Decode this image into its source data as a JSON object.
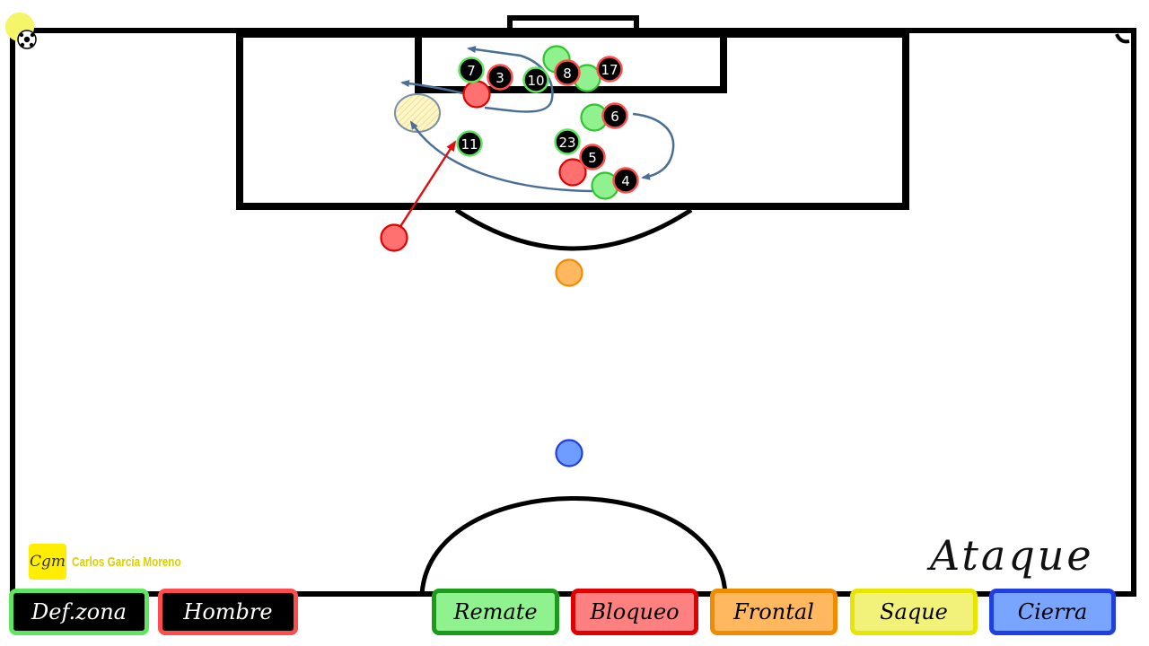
{
  "title": "Ataque",
  "brand": {
    "logo_text": "Cgm",
    "name": "Carlos García Moreno"
  },
  "legend": [
    {
      "key": "def_zona",
      "label": "Def.zona",
      "bg": "#000000",
      "border": "#5ee65e",
      "text": "#ffffff"
    },
    {
      "key": "hombre",
      "label": "Hombre",
      "bg": "#000000",
      "border": "#ff4d4d",
      "text": "#ffffff"
    },
    {
      "key": "remate",
      "label": "Remate",
      "bg": "#8ff28f",
      "border": "#1a9c1a",
      "text": "#000000"
    },
    {
      "key": "bloqueo",
      "label": "Bloqueo",
      "bg": "#ff8080",
      "border": "#e00000",
      "text": "#000000"
    },
    {
      "key": "frontal",
      "label": "Frontal",
      "bg": "#ffb860",
      "border": "#f08c00",
      "text": "#000000"
    },
    {
      "key": "saque",
      "label": "Saque",
      "bg": "#f2f27a",
      "border": "#e6e600",
      "text": "#000000"
    },
    {
      "key": "cierra",
      "label": "Cierra",
      "bg": "#79a5ff",
      "border": "#1f3fe0",
      "text": "#000000"
    }
  ],
  "colors": {
    "zone_border": "#5ee65e",
    "man_border": "#ff4d4d",
    "remate_fill": "#8ff28f",
    "remate_stroke": "#2ec42e",
    "bloqueo_fill": "#ff7070",
    "bloqueo_stroke": "#e00000",
    "frontal_fill": "#ffb860",
    "frontal_stroke": "#f08c00",
    "saque_fill": "#f5f56a",
    "cierra_fill": "#6f9cff",
    "cierra_stroke": "#1f3fe0",
    "run_arrow": "#4a6f96",
    "pass_arrow": "#e01010",
    "target_fill": "#fff6c8"
  },
  "defenders": [
    {
      "number": "7",
      "marking": "zona"
    },
    {
      "number": "3",
      "marking": "hombre"
    },
    {
      "number": "10",
      "marking": "zona"
    },
    {
      "number": "8",
      "marking": "hombre"
    },
    {
      "number": "17",
      "marking": "hombre"
    },
    {
      "number": "6",
      "marking": "hombre"
    },
    {
      "number": "11",
      "marking": "zona"
    },
    {
      "number": "23",
      "marking": "zona"
    },
    {
      "number": "5",
      "marking": "hombre"
    },
    {
      "number": "4",
      "marking": "hombre"
    }
  ],
  "attackers": [
    {
      "role": "remate"
    },
    {
      "role": "remate"
    },
    {
      "role": "remate"
    },
    {
      "role": "remate"
    },
    {
      "role": "bloqueo"
    },
    {
      "role": "bloqueo"
    },
    {
      "role": "bloqueo"
    },
    {
      "role": "frontal"
    },
    {
      "role": "cierra"
    },
    {
      "role": "saque"
    }
  ]
}
